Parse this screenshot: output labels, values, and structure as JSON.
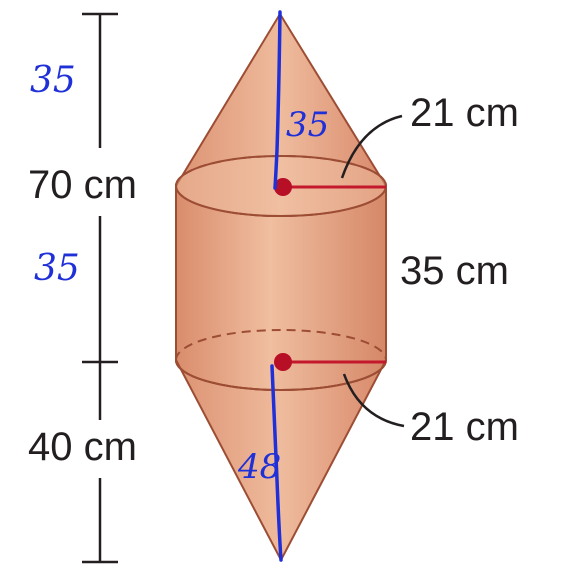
{
  "labels": {
    "total_height": "70 cm",
    "bottom_cone_height": "40 cm",
    "top_radius": "21 cm",
    "bottom_radius": "21 cm",
    "cylinder_height": "35 cm"
  },
  "handwriting": {
    "upper_half": "35",
    "lower_half": "35",
    "top_slant": "35",
    "bottom_slant": "48"
  },
  "colors": {
    "solid_fill": "#e7ad8e",
    "solid_edge": "#9c4d34",
    "radius_line": "#c4182d",
    "center_dot": "#b70f26",
    "ink": "#2030d8",
    "dimension": "#231f20"
  }
}
